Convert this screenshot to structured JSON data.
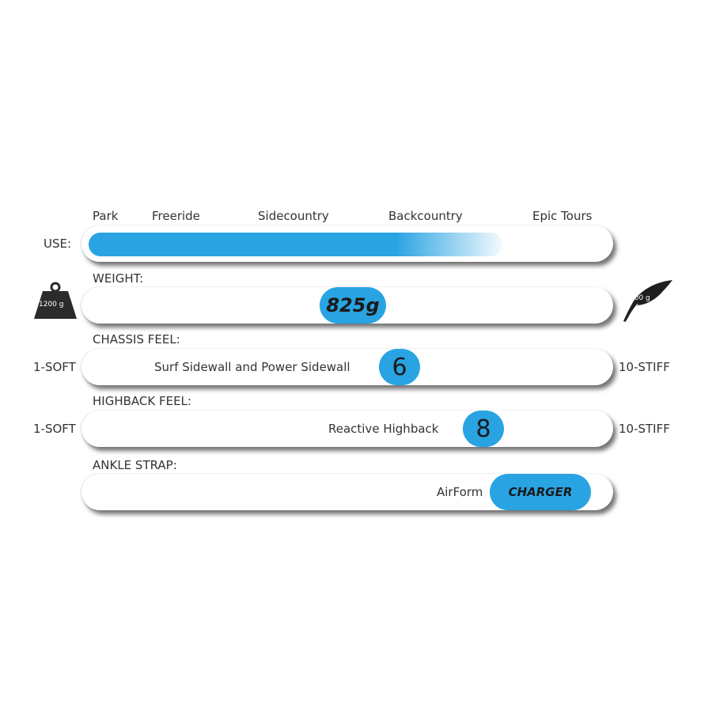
{
  "use": {
    "label": "USE:",
    "categories": [
      "Park",
      "Freeride",
      "Sidecountry",
      "Backcountry",
      "Epic Tours"
    ],
    "fill_fraction": 0.8
  },
  "weight": {
    "label": "WEIGHT:",
    "heavy_label": "1200 g",
    "light_label": "600 g",
    "value": "825g",
    "heavy_icon": "weight-icon",
    "light_icon": "feather-icon"
  },
  "chassis": {
    "label": "CHASSIS FEEL:",
    "min_label": "1-SOFT",
    "max_label": "10-STIFF",
    "description": "Surf Sidewall and Power Sidewall",
    "rating": "6"
  },
  "highback": {
    "label": "HIGHBACK FEEL:",
    "min_label": "1-SOFT",
    "max_label": "10-STIFF",
    "description": "Reactive Highback",
    "rating": "8"
  },
  "ankle_strap": {
    "label": "ANKLE STRAP:",
    "option_text": "AirForm",
    "selected": "CHARGER"
  },
  "colors": {
    "accent": "#29a3e2",
    "bar_background": "#ffffff",
    "text": "#333333"
  }
}
